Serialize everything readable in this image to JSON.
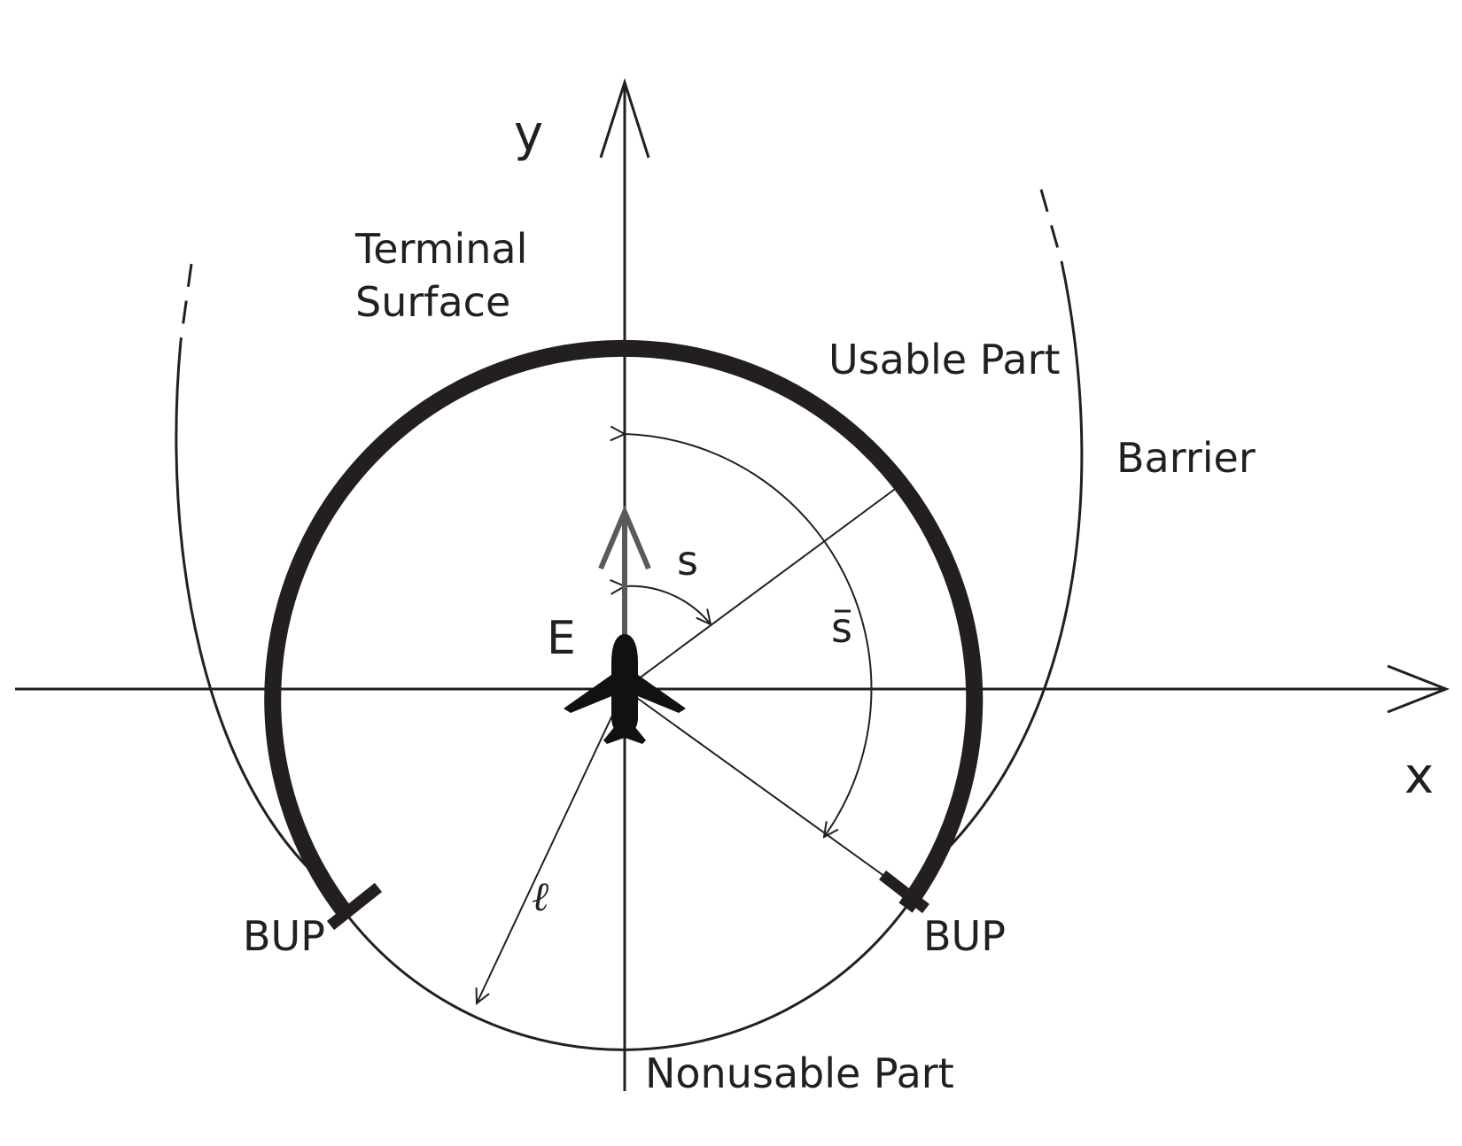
{
  "labels": {
    "y_axis": "y",
    "x_axis": "x",
    "terminal_surface_line1": "Terminal",
    "terminal_surface_line2": "Surface",
    "usable_part": "Usable Part",
    "barrier": "Barrier",
    "evader": "E",
    "angle_s": "s",
    "angle_s_bar": "s",
    "distance_l": "ℓ",
    "bup_left": "BUP",
    "bup_right": "BUP",
    "nonusable_part": "Nonusable Part"
  },
  "icons": {
    "evader": "airplane-icon"
  },
  "colors": {
    "ink": "#231f20",
    "heading_arrow": "#5a5a5a"
  }
}
